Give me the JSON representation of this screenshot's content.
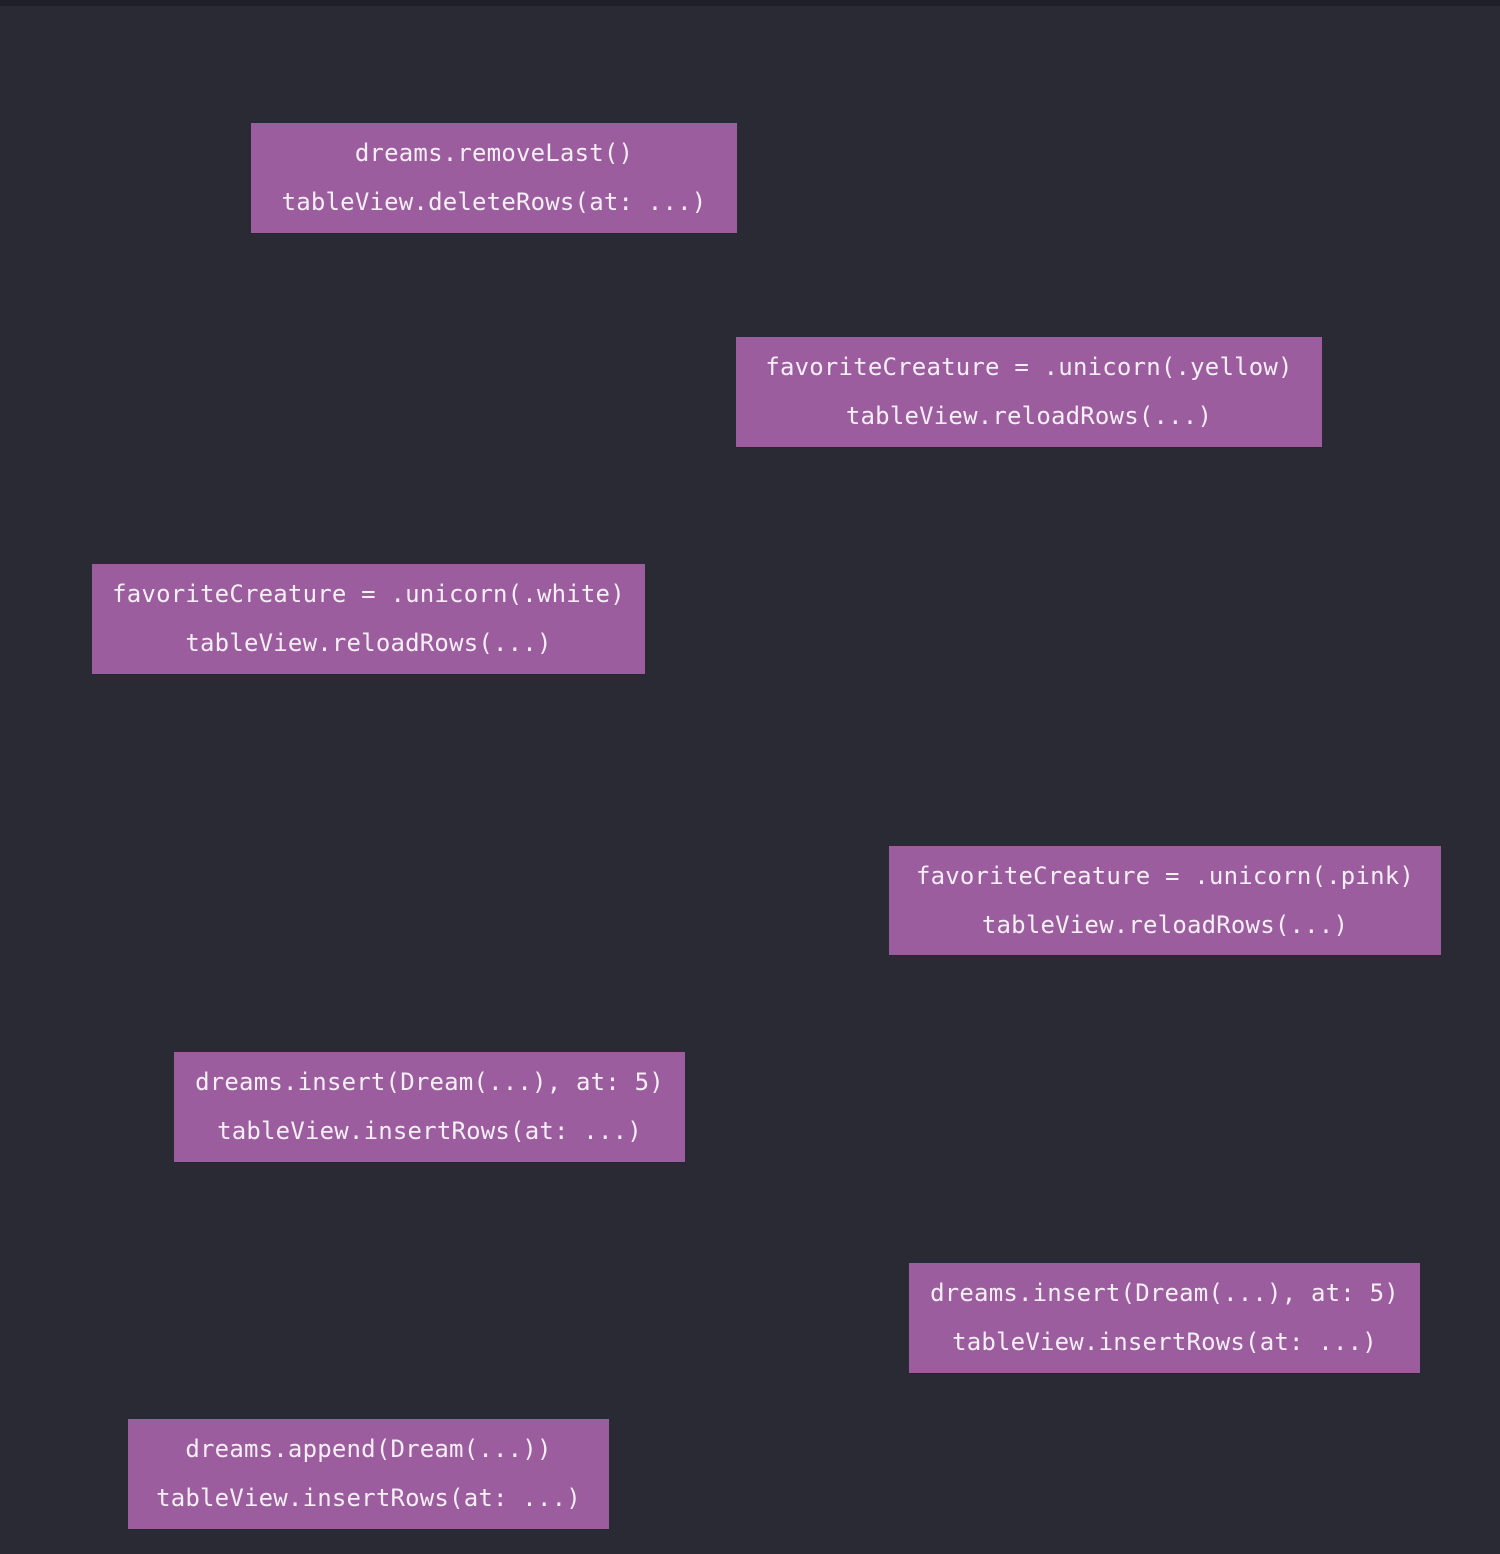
{
  "cards": [
    {
      "line1": "dreams.removeLast()",
      "line2": "tableView.deleteRows(at: ...)"
    },
    {
      "line1": "favoriteCreature = .unicorn(.yellow)",
      "line2": "tableView.reloadRows(...)"
    },
    {
      "line1": "favoriteCreature = .unicorn(.white)",
      "line2": "tableView.reloadRows(...)"
    },
    {
      "line1": "favoriteCreature = .unicorn(.pink)",
      "line2": "tableView.reloadRows(...)"
    },
    {
      "line1": "dreams.insert(Dream(...), at: 5)",
      "line2": "tableView.insertRows(at: ...)"
    },
    {
      "line1": "dreams.insert(Dream(...), at: 5)",
      "line2": "tableView.insertRows(at: ...)"
    },
    {
      "line1": "dreams.append(Dream(...))",
      "line2": "tableView.insertRows(at: ...)"
    }
  ],
  "colors": {
    "background": "#2a2a35",
    "card": "#9c5d9e",
    "text": "#f4eef5"
  }
}
